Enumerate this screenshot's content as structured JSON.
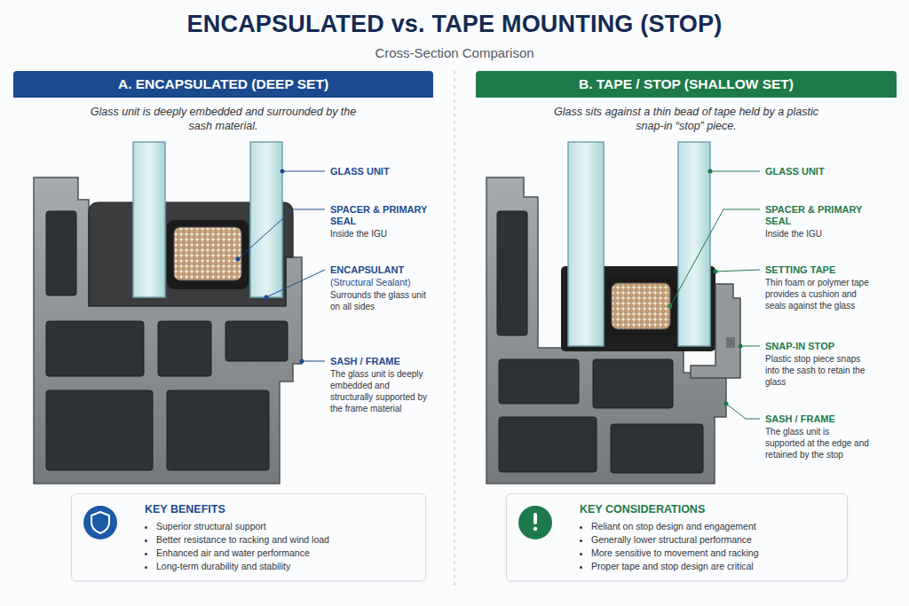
{
  "diagram": {
    "title": "ENCAPSULATED vs. TAPE MOUNTING (STOP)",
    "caption": "Cross-Section Comparison",
    "nodes": [
      {
        "text": [
          "A. ENCAPSULATED (DEEP SET)",
          "Glass unit is deeply embedded and surrounded by the sash material."
        ]
      },
      {
        "text": [
          "KEY BENEFITS",
          "Superior structural support",
          "Better resistance to racking and wind load",
          "Enhanced air and water performance",
          "Long-term durability and stability"
        ],
        "in": 0
      },
      {
        "text": [
          "B. TAPE / STOP (SHALLOW SET)",
          "Glass sits against a thin bead of tape held by a plastic snap-in “stop” piece."
        ]
      },
      {
        "text": [
          "KEY CONSIDERATIONS",
          "Reliant on stop design and engagement",
          "Generally lower structural performance",
          "More sensitive to movement and racking",
          "Proper tape and stop design are critical"
        ],
        "in": 2
      }
    ],
    "labels": [
      "GLASS UNIT",
      "SPACER & PRIMARY SEAL",
      "Inside the IGU",
      "ENCAPSULANT",
      "(Structural Sealant)",
      "Surrounds the glass unit on all sides",
      "SASH / FRAME",
      "The glass unit is deeply embedded and structurally supported by the frame material",
      "GLASS UNIT",
      "SPACER & PRIMARY SEAL",
      "Inside the IGU",
      "SETTING TAPE",
      "Thin foam or polymer tape provides a cushion and seals against the glass",
      "SNAP-IN STOP",
      "Plastic stop piece snaps into the sash to retain the glass",
      "SASH / FRAME",
      "The glass unit is supported at the edge and retained by the stop"
    ]
  }
}
